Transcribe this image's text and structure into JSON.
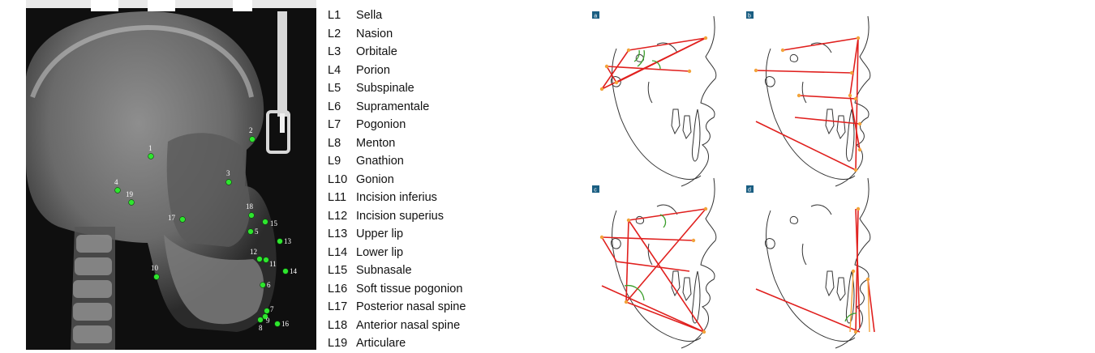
{
  "landmark_labels": [
    {
      "num": "1"
    },
    {
      "num": "2"
    },
    {
      "num": "3"
    },
    {
      "num": "4"
    },
    {
      "num": "5"
    },
    {
      "num": "6"
    },
    {
      "num": "7"
    },
    {
      "num": "8"
    },
    {
      "num": "9"
    },
    {
      "num": "10"
    },
    {
      "num": "11"
    },
    {
      "num": "12"
    },
    {
      "num": "13"
    },
    {
      "num": "14"
    },
    {
      "num": "15"
    },
    {
      "num": "16"
    },
    {
      "num": "17"
    },
    {
      "num": "18"
    },
    {
      "num": "19"
    }
  ],
  "legend": [
    {
      "code": "L1",
      "name": "Sella"
    },
    {
      "code": "L2",
      "name": "Nasion"
    },
    {
      "code": "L3",
      "name": "Orbitale"
    },
    {
      "code": "L4",
      "name": "Porion"
    },
    {
      "code": "L5",
      "name": "Subspinale"
    },
    {
      "code": "L6",
      "name": "Supramentale"
    },
    {
      "code": "L7",
      "name": "Pogonion"
    },
    {
      "code": "L8",
      "name": "Menton"
    },
    {
      "code": "L9",
      "name": "Gnathion"
    },
    {
      "code": "L10",
      "name": "Gonion"
    },
    {
      "code": "L11",
      "name": "Incision inferius"
    },
    {
      "code": "L12",
      "name": "Incision superius"
    },
    {
      "code": "L13",
      "name": "Upper lip"
    },
    {
      "code": "L14",
      "name": "Lower lip"
    },
    {
      "code": "L15",
      "name": "Subnasale"
    },
    {
      "code": "L16",
      "name": "Soft tissue pogonion"
    },
    {
      "code": "L17",
      "name": "Posterior nasal spine"
    },
    {
      "code": "L18",
      "name": "Anterior nasal spine"
    },
    {
      "code": "L19",
      "name": "Articulare"
    }
  ],
  "panels": [
    {
      "id": "a"
    },
    {
      "id": "b"
    },
    {
      "id": "c"
    },
    {
      "id": "d"
    }
  ],
  "colors": {
    "landmark_dot": "#2ee62e",
    "measure_line": "#e0201e",
    "angle_arc": "#3a9e2a",
    "point_marker": "#f2a33a",
    "panel_badge": "#1a5e82"
  }
}
